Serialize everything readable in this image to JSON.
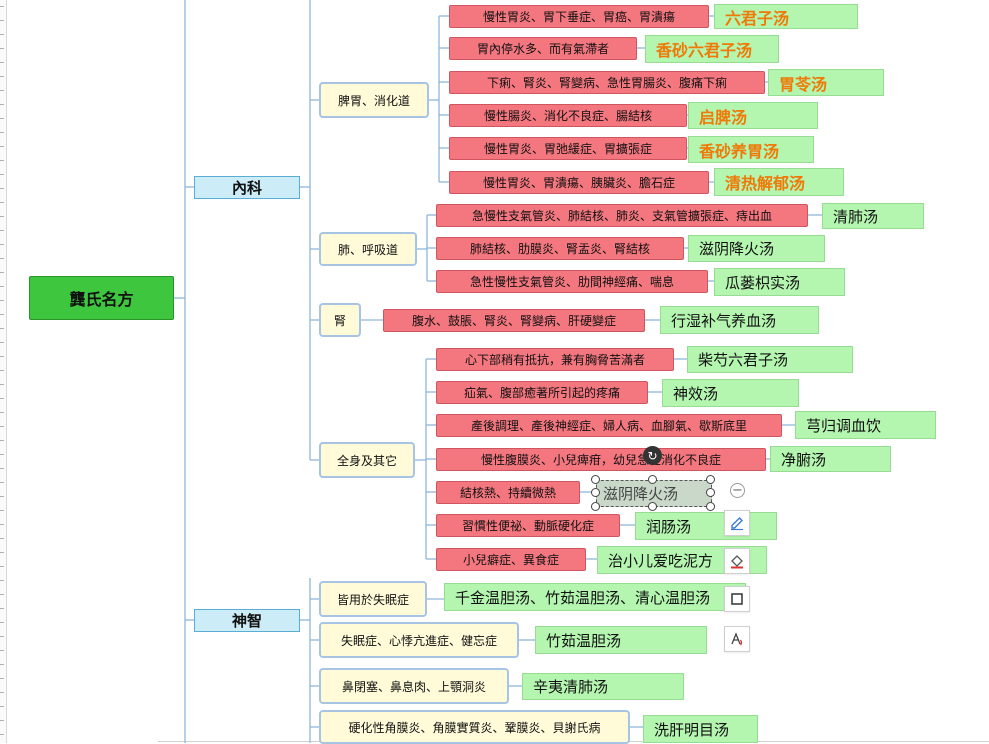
{
  "root": {
    "label": "龔氏名方"
  },
  "categories": [
    {
      "label": "內科"
    },
    {
      "label": "神智"
    }
  ],
  "subs": [
    {
      "label": "脾胃、消化道"
    },
    {
      "label": "肺、呼吸道"
    },
    {
      "label": "腎"
    },
    {
      "label": "全身及其它"
    },
    {
      "label": "皆用於失眠症"
    },
    {
      "label": "失眠症、心悸亢進症、健忘症"
    },
    {
      "label": "鼻閉塞、鼻息肉、上顎洞炎"
    },
    {
      "label": "硬化性角膜炎、角膜實質炎、鞏膜炎、貝謝氏病"
    }
  ],
  "symptoms": [
    {
      "label": "慢性胃炎、胃下垂症、胃癌、胃潰瘍"
    },
    {
      "label": "胃內停水多、而有氣滯者"
    },
    {
      "label": "下痢、腎炎、腎變病、急性胃腸炎、腹痛下痢"
    },
    {
      "label": "慢性腸炎、消化不良症、腸結核"
    },
    {
      "label": "慢性胃炎、胃弛緩症、胃擴張症"
    },
    {
      "label": "慢性胃炎、胃潰瘍、胰臟炎、膽石症"
    },
    {
      "label": "急慢性支氣管炎、肺結核、肺炎、支氣管擴張症、痔出血"
    },
    {
      "label": "肺結核、肋膜炎、腎盂炎、腎結核"
    },
    {
      "label": "急性慢性支氣管炎、肋間神經痛、喘息"
    },
    {
      "label": "腹水、鼓脹、腎炎、腎變病、肝硬變症"
    },
    {
      "label": "心下部稍有抵抗，兼有胸脅苦滿者"
    },
    {
      "label": "疝氣、腹部癒著所引起的疼痛"
    },
    {
      "label": "產後調理、產後神經症、婦人病、血腳氣、歇斯底里"
    },
    {
      "label": "慢性腹膜炎、小兒痺疳，幼兒急性消化不良症"
    },
    {
      "label": "結核熱、持續微熱"
    },
    {
      "label": "習慣性便祕、動脈硬化症"
    },
    {
      "label": "小兒癖症、異食症"
    }
  ],
  "remedies": [
    {
      "label": "六君子汤"
    },
    {
      "label": "香砂六君子汤"
    },
    {
      "label": "胃苓汤"
    },
    {
      "label": "启脾汤"
    },
    {
      "label": "香砂养胃汤"
    },
    {
      "label": "清热解郁汤"
    },
    {
      "label": "清肺汤"
    },
    {
      "label": "滋阴降火汤"
    },
    {
      "label": "瓜蒌枳实汤"
    },
    {
      "label": "行湿补气养血汤"
    },
    {
      "label": "柴芍六君子汤"
    },
    {
      "label": "神效汤"
    },
    {
      "label": "芎归调血饮"
    },
    {
      "label": "净腑汤"
    },
    {
      "label": "滋阴降火汤"
    },
    {
      "label": "润肠汤"
    },
    {
      "label": "治小儿爱吃泥方"
    },
    {
      "label": "千金温胆汤、竹茹温胆汤、清心温胆汤"
    },
    {
      "label": "竹茹温胆汤"
    },
    {
      "label": "辛夷清肺汤"
    },
    {
      "label": "洗肝明目汤"
    }
  ],
  "colors": {
    "root_fill": "#3ec63e",
    "category_fill": "#ccecf8",
    "subtopic_fill": "#fffbd8",
    "symptom_fill": "#f4777f",
    "remedy_fill": "#b4f5b0",
    "remedy_highlight_text": "#ef7a08",
    "connector": "#8fb6dc"
  }
}
